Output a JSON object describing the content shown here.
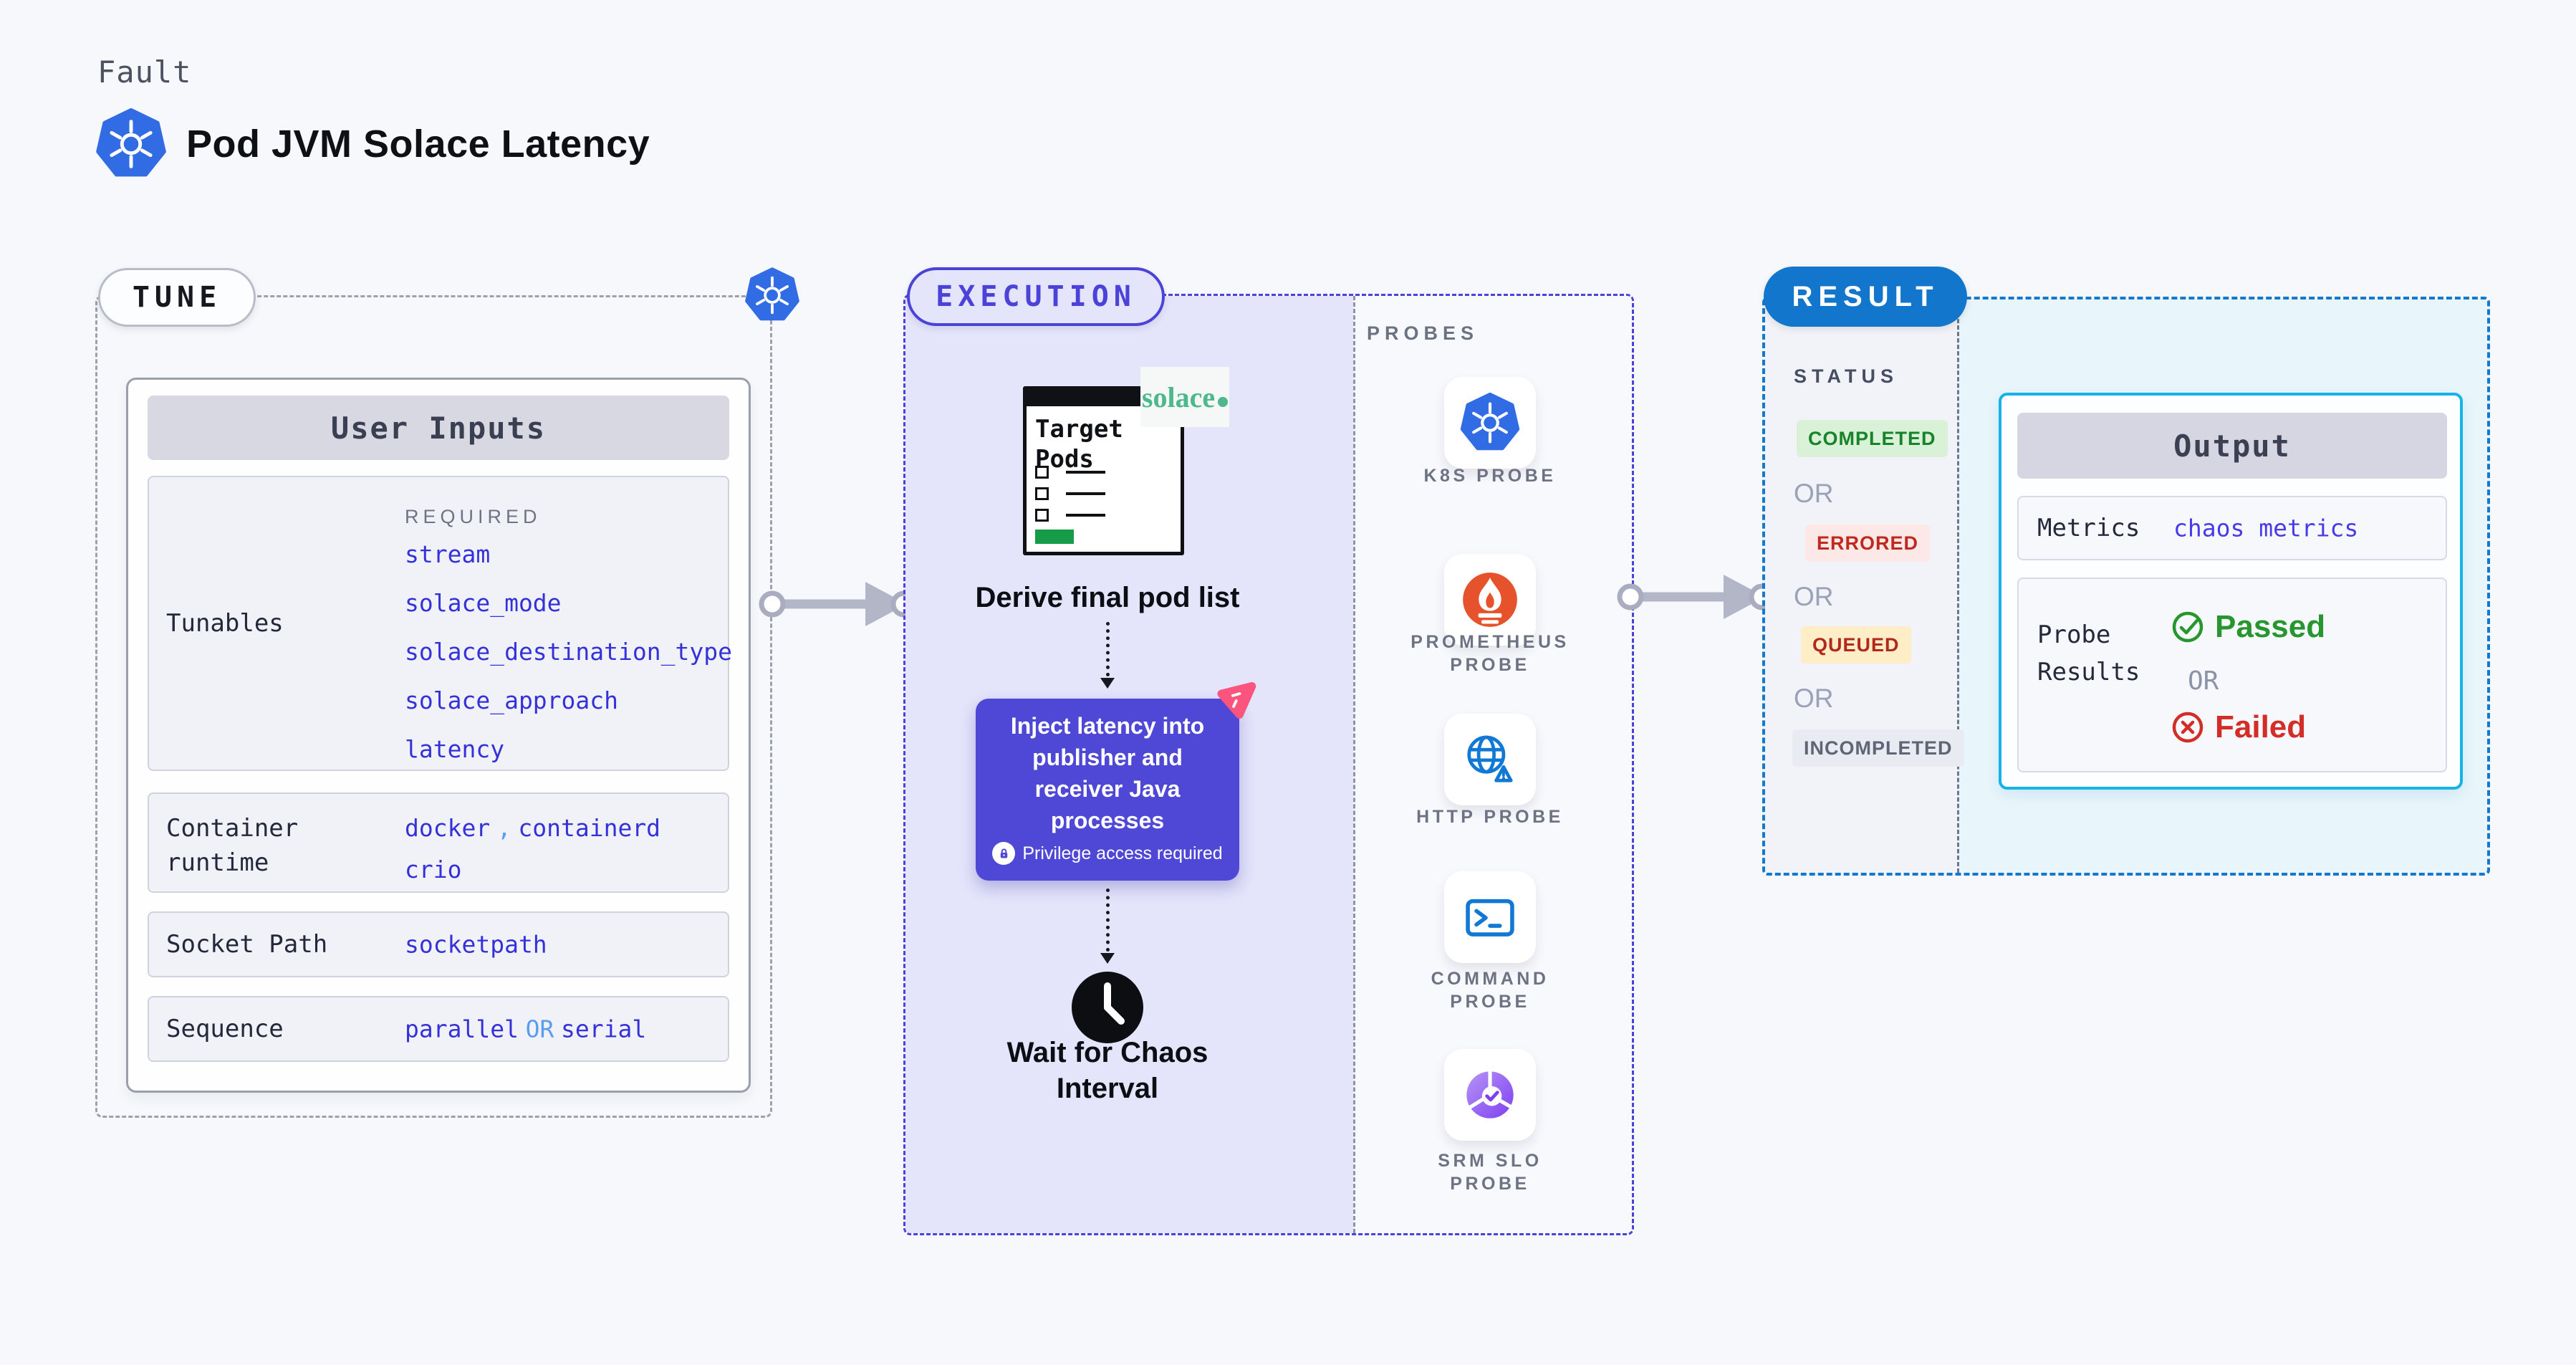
{
  "colors": {
    "kubernetes_blue": "#326ce5",
    "indigo_accent": "#4b42d9",
    "value_indigo": "#3531d8",
    "light_blue_or": "#5b9cf0",
    "result_blue": "#1176cc",
    "output_border_cyan": "#16b3e8",
    "inject_purple": "#4f48d6",
    "passed_green": "#27962f",
    "failed_red": "#d22d26",
    "solace_green": "#4cb88c",
    "prometheus_orange": "#e6522c",
    "chaos_pink": "#fb557e"
  },
  "header": {
    "eyebrow": "Fault",
    "title": "Pod JVM Solace Latency"
  },
  "tune": {
    "label": "TUNE",
    "user_inputs": {
      "header": "User Inputs",
      "tunables": {
        "label": "Tunables",
        "tag": "REQUIRED",
        "values": [
          "stream",
          "solace_mode",
          "solace_destination_type",
          "solace_approach",
          "latency"
        ]
      },
      "container_runtime": {
        "label": "Container runtime",
        "value1": "docker",
        "separator": ",",
        "value2": "containerd",
        "value3": "crio"
      },
      "socket_path": {
        "label": "Socket Path",
        "value": "socketpath"
      },
      "sequence": {
        "label": "Sequence",
        "value1": "parallel",
        "or": "OR",
        "value2": "serial"
      }
    }
  },
  "execution": {
    "label": "EXECUTION",
    "target_pods": {
      "title": "Target Pods",
      "solace_logo": "solace"
    },
    "derive_caption": "Derive final pod list",
    "inject": {
      "lines": [
        "Inject latency into",
        "publisher and",
        "receiver Java",
        "processes"
      ],
      "badge": "Privilege access required"
    },
    "wait_lines": [
      "Wait for Chaos",
      "Interval"
    ]
  },
  "probes": {
    "label": "PROBES",
    "items": [
      {
        "icon": "kubernetes-icon",
        "label": "K8S PROBE"
      },
      {
        "icon": "prometheus-icon",
        "label": "PROMETHEUS PROBE"
      },
      {
        "icon": "http-globe-icon",
        "label": "HTTP PROBE"
      },
      {
        "icon": "terminal-icon",
        "label": "COMMAND PROBE"
      },
      {
        "icon": "slo-gauge-icon",
        "label": "SRM SLO PROBE"
      }
    ]
  },
  "result": {
    "label": "RESULT",
    "status": {
      "label": "STATUS",
      "separator": "OR",
      "badges": [
        {
          "text": "COMPLETED",
          "type": "success"
        },
        {
          "text": "ERRORED",
          "type": "error"
        },
        {
          "text": "QUEUED",
          "type": "warning"
        },
        {
          "text": "INCOMPLETED",
          "type": "neutral"
        }
      ]
    },
    "output": {
      "header": "Output",
      "metrics": {
        "label": "Metrics",
        "value": "chaos metrics"
      },
      "probe_results": {
        "label": "Probe Results",
        "passed": "Passed",
        "or": "OR",
        "failed": "Failed"
      }
    }
  }
}
